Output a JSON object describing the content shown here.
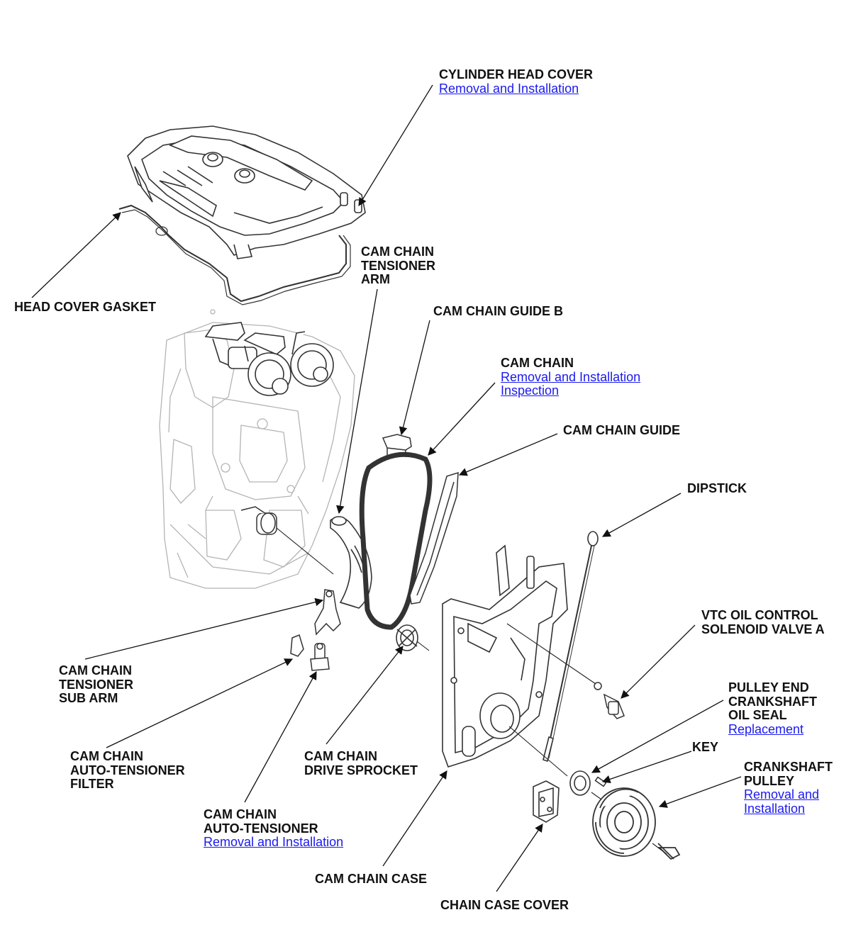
{
  "colors": {
    "link": "#1a1aee",
    "text": "#111111",
    "line": "#222222",
    "engine_gray": "#b4b4b4"
  },
  "labels": {
    "cylinder_head_cover": {
      "title": "CYLINDER HEAD COVER",
      "link": "Removal and Installation"
    },
    "head_cover_gasket": {
      "title": "HEAD COVER GASKET"
    },
    "cam_chain_tensioner_arm": {
      "line1": "CAM CHAIN",
      "line2": "TENSIONER",
      "line3": "ARM"
    },
    "cam_chain_guide_b": {
      "title": "CAM CHAIN GUIDE B"
    },
    "cam_chain": {
      "title": "CAM CHAIN",
      "link1": "Removal and Installation",
      "link2": "Inspection"
    },
    "cam_chain_guide": {
      "title": "CAM CHAIN GUIDE"
    },
    "dipstick": {
      "title": "DIPSTICK"
    },
    "vtc_valve": {
      "line1": "VTC OIL CONTROL",
      "line2": "SOLENOID VALVE A"
    },
    "pulley_seal": {
      "line1": "PULLEY END",
      "line2": "CRANKSHAFT",
      "line3": "OIL SEAL",
      "link": "Replacement"
    },
    "key": {
      "title": "KEY"
    },
    "crankshaft_pulley": {
      "line1": "CRANKSHAFT",
      "line2": "PULLEY",
      "link1": "Removal and",
      "link2": "Installation"
    },
    "tensioner_sub_arm": {
      "line1": "CAM CHAIN",
      "line2": "TENSIONER",
      "line3": "SUB ARM"
    },
    "auto_tensioner_filter": {
      "line1": "CAM CHAIN",
      "line2": "AUTO-TENSIONER",
      "line3": "FILTER"
    },
    "drive_sprocket": {
      "line1": "CAM CHAIN",
      "line2": "DRIVE SPROCKET"
    },
    "auto_tensioner": {
      "line1": "CAM CHAIN",
      "line2": "AUTO-TENSIONER",
      "link": "Removal and Installation"
    },
    "cam_chain_case": {
      "title": "CAM CHAIN CASE"
    },
    "chain_case_cover": {
      "title": "CHAIN CASE COVER"
    }
  }
}
